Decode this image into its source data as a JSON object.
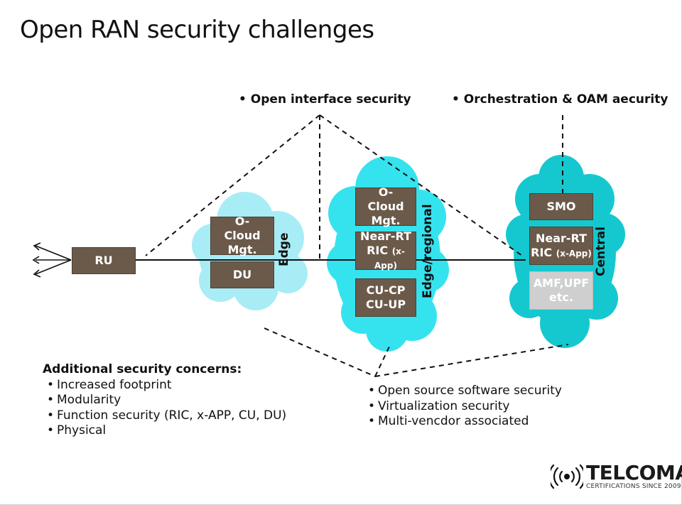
{
  "title": "Open RAN security challenges",
  "top_bullets": {
    "left": "Open interface security",
    "right": "Orchestration & OAM aecurity"
  },
  "edge": {
    "label": "Edge",
    "ocloud": "O-Cloud Mgt.",
    "du": "DU"
  },
  "regional": {
    "label": "Edge/regional",
    "ocloud": "O-Cloud Mgt.",
    "ric_line1": "Near-RT",
    "ric_line2": "RIC",
    "ric_small": "(x-App)",
    "cu_line1": "CU-CP",
    "cu_line2": "CU-UP"
  },
  "central": {
    "label": "Central",
    "smo": "SMO",
    "ric_line1": "Near-RT",
    "ric_line2": "RIC",
    "ric_small": "(x-App)",
    "core_line1": "AMF,UPF",
    "core_line2": "etc."
  },
  "ru": "RU",
  "additional": {
    "heading": "Additional security concerns:",
    "items": [
      "Increased footprint",
      "Modularity",
      "Function security (RIC, x-APP, CU, DU)",
      "Physical"
    ]
  },
  "software": {
    "items": [
      "Open source software security",
      "Virtualization security",
      "Multi-vencdor associated"
    ]
  },
  "logo": {
    "name": "TELCOMA",
    "tagline": "CERTIFICATIONS SINCE 2009"
  },
  "colors": {
    "cloud_edge": "#a8ecf6",
    "cloud_regional": "#35e3ef",
    "cloud_central": "#15c8cf",
    "box": "#6b5a4a",
    "box_disabled": "#cfcfcf"
  }
}
